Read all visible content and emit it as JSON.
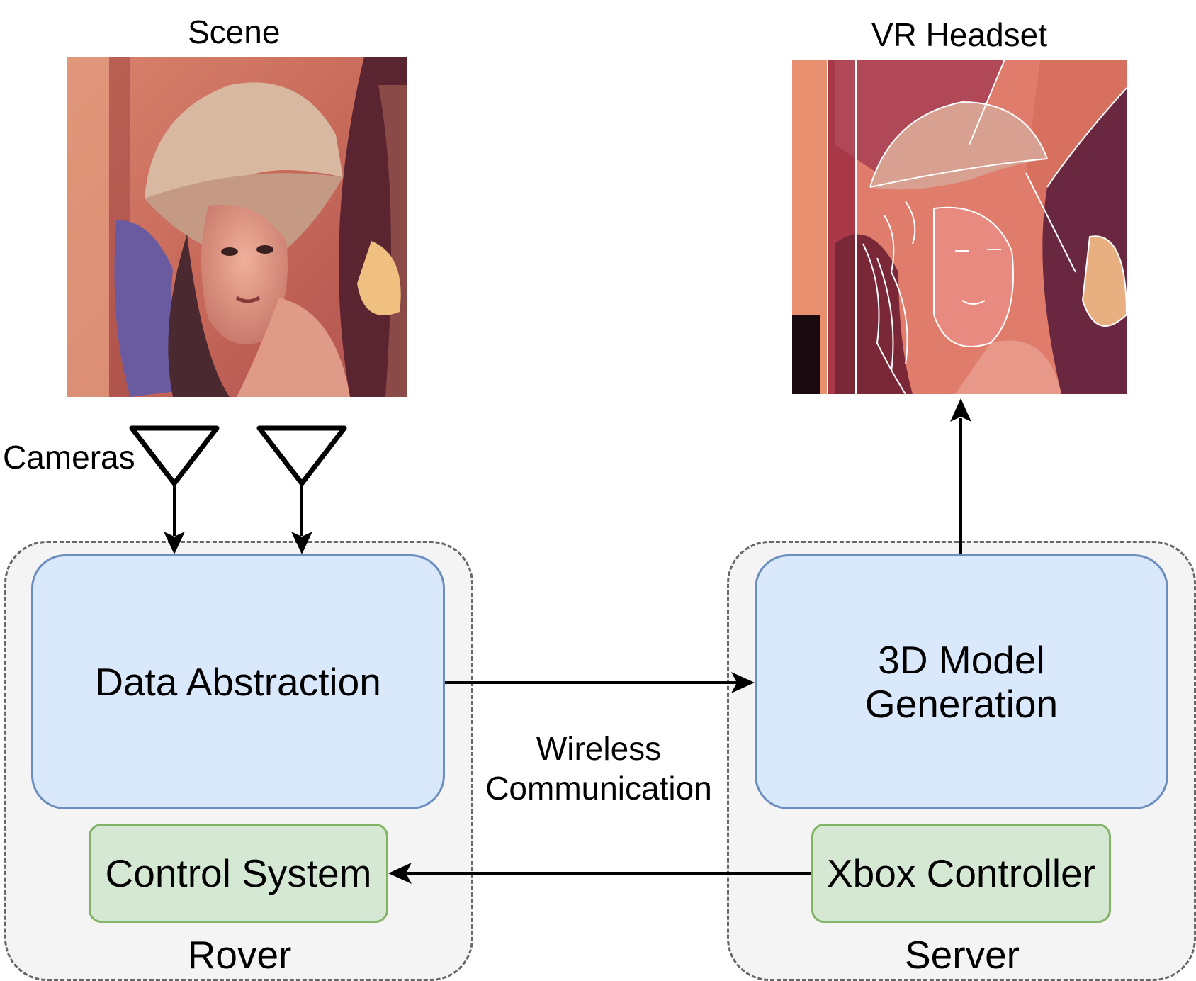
{
  "diagram": {
    "scene_title": "Scene",
    "vr_title": "VR Headset",
    "cameras_label": "Cameras",
    "wireless_label_line1": "Wireless",
    "wireless_label_line2": "Communication",
    "rover": {
      "label": "Rover",
      "data_abstraction": "Data Abstraction",
      "control_system": "Control System"
    },
    "server": {
      "label": "Server",
      "model_line1": "3D Model",
      "model_line2": "Generation",
      "xbox_controller": "Xbox Controller"
    }
  },
  "colors": {
    "blue_fill": "#dae8fc",
    "blue_stroke": "#6c8ebf",
    "green_fill": "#d5e8d4",
    "green_stroke": "#82b366",
    "group_fill": "#f4f4f4",
    "group_stroke": "#666666"
  },
  "images": {
    "scene": "photo-scene-image",
    "vr": "edge-segmented-render-image"
  }
}
